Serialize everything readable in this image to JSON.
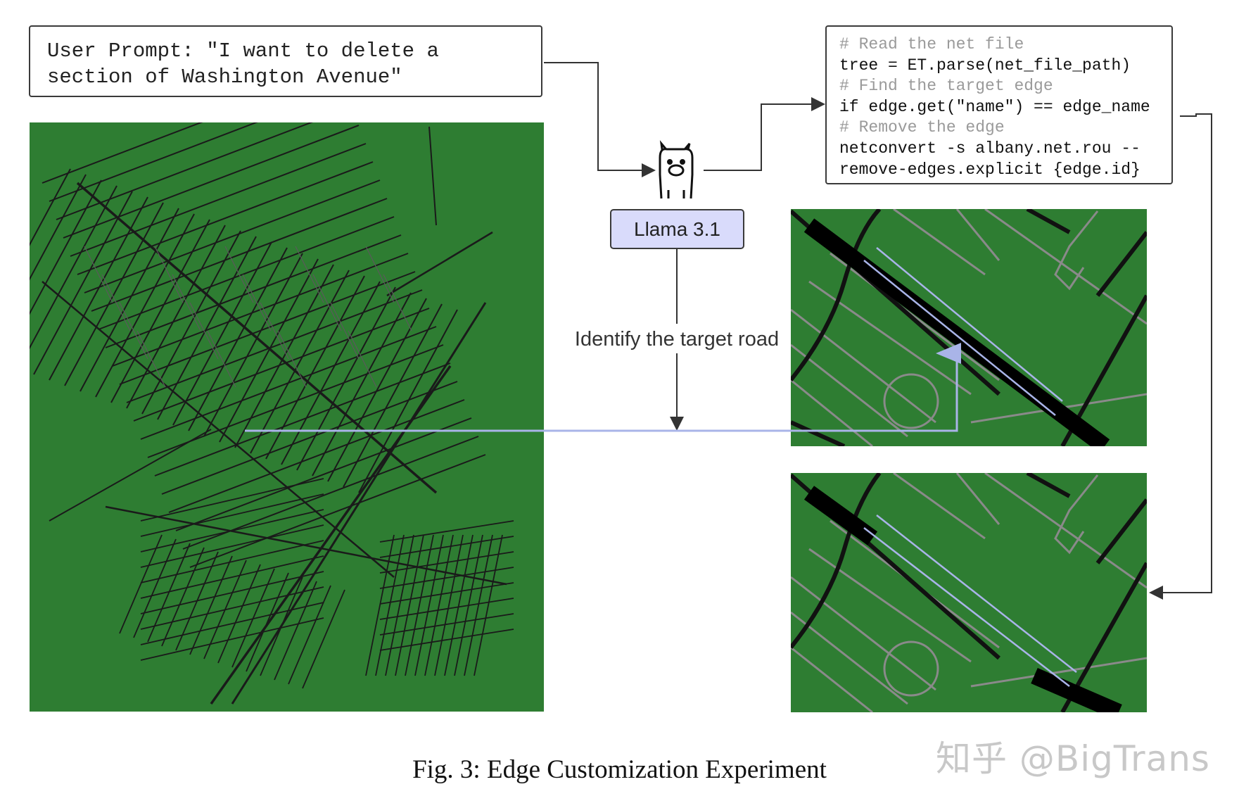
{
  "prompt_box": {
    "lines": [
      "User Prompt: \"I want to delete a",
      "section of Washington Avenue\""
    ]
  },
  "code_box": {
    "lines": [
      {
        "text": "# Read the net file",
        "comment": true
      },
      {
        "text": "tree = ET.parse(net_file_path)",
        "comment": false
      },
      {
        "text": "# Find the target edge",
        "comment": true
      },
      {
        "text": "if edge.get(\"name\") == edge_name",
        "comment": false
      },
      {
        "text": "# Remove the edge",
        "comment": true
      },
      {
        "text": "netconvert -s albany.net.rou --",
        "comment": false
      },
      {
        "text": "remove-edges.explicit {edge.id}",
        "comment": false
      }
    ]
  },
  "model": {
    "label": "Llama 3.1",
    "icon": "llama-icon",
    "fill": "#d9dbfb"
  },
  "step_label": "Identify the target road",
  "caption": "Fig. 3: Edge Customization Experiment",
  "watermark": "知乎 @BigTrans",
  "colors": {
    "map_green": "#2e7d32",
    "road_dark": "#1a1a1a",
    "road_gray": "#8a8a8a",
    "highlight": "#a9b4e8",
    "arrow": "#333333"
  }
}
